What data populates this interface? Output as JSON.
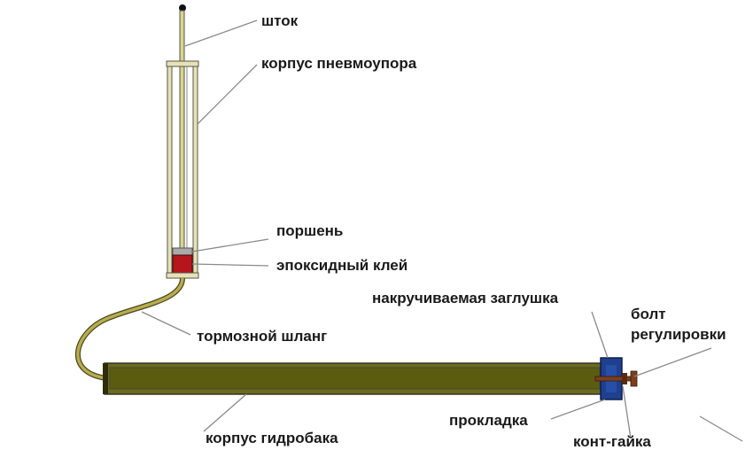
{
  "labels": {
    "rod": "шток",
    "cylinder_body": "корпус пневмоупора",
    "piston": "поршень",
    "epoxy": "эпоксидный клей",
    "screw_cap": "накручиваемая заглушка",
    "adjust_bolt_line1": "болт",
    "adjust_bolt_line2": "регулировки",
    "brake_hose": "тормозной шланг",
    "gasket": "прокладка",
    "tank_body": "корпус гидробака",
    "lock_nut": "конт-гайка"
  },
  "colors": {
    "tube_fill": "#6b6b18",
    "tube_inner": "#5c5c10",
    "outline": "#4a4a4a",
    "rod": "#d8d48a",
    "cylinder": "#e6e2b2",
    "epoxy": "#b5161d",
    "piston": "#a9a9a9",
    "cap_blue": "#1f3f8f",
    "hose": "#b8ac52",
    "bolt": "#7a3f1e",
    "leader": "#8a8a8a"
  }
}
